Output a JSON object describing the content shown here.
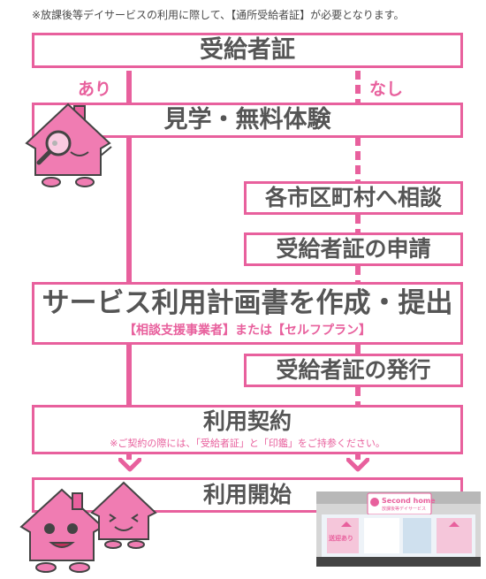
{
  "note": "※放課後等デイサービスの利用に際して、【通所受給者証】が必要となります。",
  "branch_yes": "あり",
  "branch_no": "なし",
  "steps": {
    "certificate": "受給者証",
    "trial": "見学・無料体験",
    "consult": "各市区町村へ相談",
    "apply": "受給者証の申請",
    "plan": "サービス利用計画書を作成・提出",
    "plan_sub": "【相談支援事業者】または【セルフプラン】",
    "issue": "受給者証の発行",
    "contract": "利用契約",
    "contract_note": "※ご契約の際には、「受給者証」と「印鑑」をご持参ください。",
    "start": "利用開始"
  },
  "photo": {
    "sign_brand": "Second home",
    "sign_sub": "放課後等デイサービス",
    "banner": "送迎あり"
  },
  "colors": {
    "accent": "#e8609d",
    "text": "#555555"
  },
  "icons": [
    "house-mascot-icon",
    "magnifier-icon",
    "down-chevron-icon"
  ]
}
